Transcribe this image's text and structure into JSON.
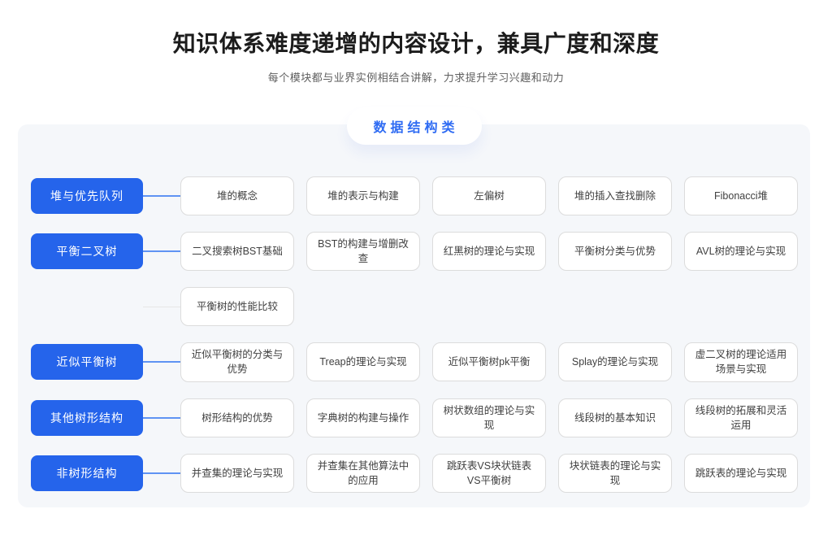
{
  "header": {
    "title": "知识体系难度递增的内容设计，兼具广度和深度",
    "subtitle": "每个模块都与业界实例相结合讲解，力求提升学习兴趣和动力"
  },
  "panel": {
    "badge": "数据结构类",
    "rows": [
      {
        "category": "堆与优先队列",
        "connector": "blue",
        "cards": [
          "堆的概念",
          "堆的表示与构建",
          "左偏树",
          "堆的插入查找删除",
          "Fibonacci堆"
        ]
      },
      {
        "category": "平衡二叉树",
        "connector": "blue",
        "cards": [
          "二叉搜索树BST基础",
          "BST的构建与增删改查",
          "红黑树的理论与实现",
          "平衡树分类与优势",
          "AVL树的理论与实现"
        ]
      },
      {
        "category": "",
        "connector": "gray",
        "cards": [
          "平衡树的性能比较"
        ]
      },
      {
        "category": "近似平衡树",
        "connector": "blue",
        "cards": [
          "近似平衡树的分类与优势",
          "Treap的理论与实现",
          "近似平衡树pk平衡",
          "Splay的理论与实现",
          "虚二叉树的理论适用场景与实现"
        ]
      },
      {
        "category": "其他树形结构",
        "connector": "blue",
        "cards": [
          "树形结构的优势",
          "字典树的构建与操作",
          "树状数组的理论与实现",
          "线段树的基本知识",
          "线段树的拓展和灵活运用"
        ]
      },
      {
        "category": "非树形结构",
        "connector": "blue",
        "cards": [
          "并查集的理论与实现",
          "并查集在其他算法中的应用",
          "跳跃表VS块状链表VS平衡树",
          "块状链表的理论与实现",
          "跳跃表的理论与实现"
        ]
      }
    ]
  },
  "colors": {
    "accent_blue": "#2564eb",
    "connector_blue": "#5f93f3",
    "connector_gray": "#e6e6e6",
    "panel_bg": "#f5f7fa",
    "card_border": "#dcdcdc",
    "badge_text": "#2e6bf3"
  }
}
